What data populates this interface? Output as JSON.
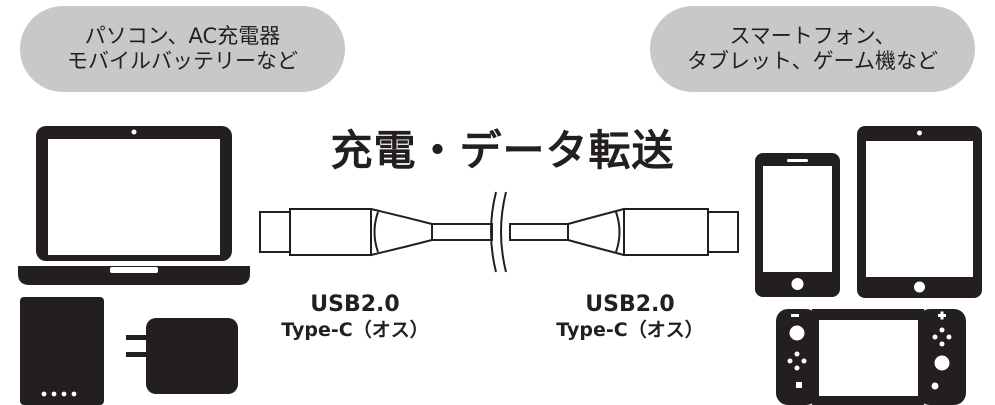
{
  "left_bubble": {
    "line1": "パソコン、AC充電器",
    "line2": "モバイルバッテリーなど"
  },
  "right_bubble": {
    "line1": "スマートフォン、",
    "line2": "タブレット、ゲーム機など"
  },
  "title": "充電・データ転送",
  "left_connector": {
    "line1": "USB2.0",
    "line2": "Type-C（オス）"
  },
  "right_connector": {
    "line1": "USB2.0",
    "line2": "Type-C（オス）"
  },
  "colors": {
    "bubble": "#c8c8c8",
    "ink": "#231f20",
    "white": "#ffffff"
  }
}
